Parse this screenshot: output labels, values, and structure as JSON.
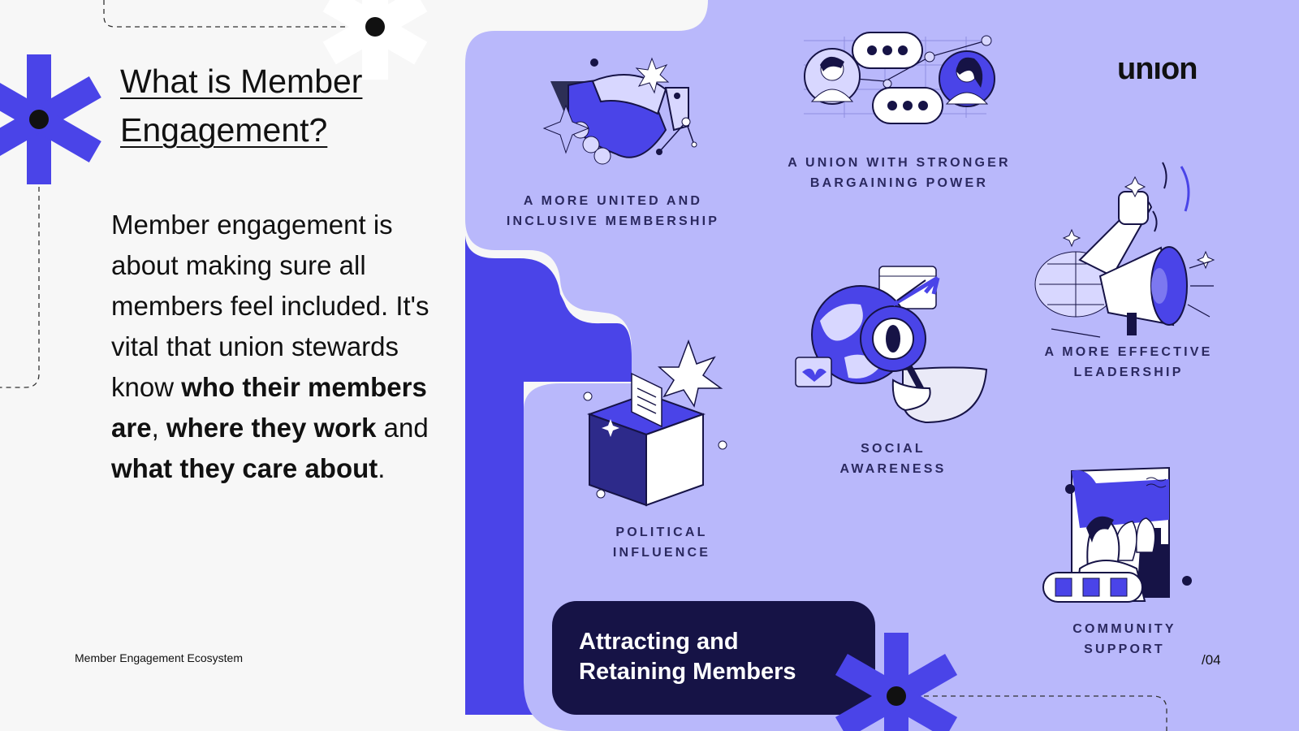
{
  "slide": {
    "title_line1": "What is Member",
    "title_line2": "Engagement?",
    "body_intro": "Member engagement is about making sure all members feel included. It's vital that union stewards know ",
    "body_b1": "who their members are",
    "body_c1": ", ",
    "body_b2": "where they work",
    "body_c2": " and ",
    "body_b3": "what they care about",
    "body_c3": ".",
    "footer": "Member Engagement Ecosystem",
    "page_number": "/04",
    "brand": "unıon"
  },
  "ecosystem": {
    "items": [
      {
        "line1": "A MORE UNITED AND",
        "line2": "INCLUSIVE MEMBERSHIP",
        "icon": "handshake-icon"
      },
      {
        "line1": "A UNION WITH STRONGER",
        "line2": "BARGAINING POWER",
        "icon": "conversation-icon"
      },
      {
        "line1": "A MORE EFFECTIVE",
        "line2": "LEADERSHIP",
        "icon": "megaphone-icon"
      },
      {
        "line1": "SOCIAL",
        "line2": "AWARENESS",
        "icon": "globe-magnifier-icon"
      },
      {
        "line1": "POLITICAL",
        "line2": "INFLUENCE",
        "icon": "ballot-box-icon"
      },
      {
        "line1": "COMMUNITY",
        "line2": "SUPPORT",
        "icon": "community-icon"
      }
    ],
    "cta_line1": "Attracting and",
    "cta_line2": "Retaining Members"
  },
  "colors": {
    "background": "#f7f7f7",
    "panel": "#b9b8fb",
    "accent": "#4a44e8",
    "dark": "#161346"
  }
}
